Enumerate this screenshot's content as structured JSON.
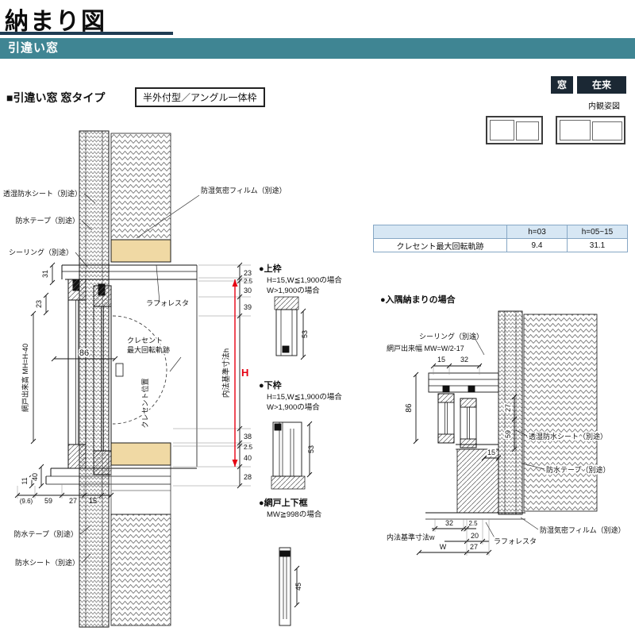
{
  "header": {
    "title": "納まり図",
    "banner": "引違い窓",
    "section_title": "■引違い窓 窓タイプ",
    "type_label": "半外付型／アングル一体枠",
    "badge_window": "窓",
    "badge_zairai": "在来",
    "view_label": "内観姿図"
  },
  "colors": {
    "banner_teal": "#3f8593",
    "badge_dark": "#1b2834",
    "wood_tan": "#f0d9a4",
    "dim_red": "#e60012",
    "table_header_bg": "#d7e7f4"
  },
  "table": {
    "row_header": "クレセント最大回転軌跡",
    "col1": "h=03",
    "col2": "h=05~15",
    "val1": "9.4",
    "val2": "31.1"
  },
  "main": {
    "label_toshitsu": "透湿防水シート（別途）",
    "label_tape_top": "防水テープ（別途）",
    "label_sealing": "シーリング（別途）",
    "label_film": "防湿気密フィルム（別途）",
    "label_laforesta": "ラフォレスタ",
    "label_crescent1": "クレセント",
    "label_crescent2": "最大回転軌跡",
    "label_crescent_pos": "クレセント位置",
    "label_amido": "網戸出来高 MH=H-40",
    "label_naihou": "内法基準寸法h",
    "label_H": "H",
    "label_tape_btm": "防水テープ（別途）",
    "label_sheet_btm": "防水シート（別途）",
    "dim_31": "31",
    "dim_23_left": "23",
    "dim_86": "86",
    "dim_23_top": "23",
    "dim_25_top": "2.5",
    "dim_30": "30",
    "dim_39": "39",
    "dim_38": "38",
    "dim_25_btm": "2.5",
    "dim_40_btm": "40",
    "dim_28": "28",
    "dim_40_left": "40",
    "dim_11": "11",
    "dim_96": "(9.6)",
    "dim_59": "59",
    "dim_27": "27",
    "dim_15": "15"
  },
  "detail_top": {
    "title": "●上枠",
    "cond1": "H=15,W≦1,900の場合",
    "cond2": "W>1,900の場合",
    "dim_53": "53"
  },
  "detail_bottom": {
    "title": "●下枠",
    "cond1": "H=15,W≦1,900の場合",
    "cond2": "W>1,900の場合",
    "dim_53": "53"
  },
  "detail_amido": {
    "title": "●網戸上下框",
    "cond1": "MW≧998の場合",
    "dim_45": "45"
  },
  "corner": {
    "title": "●入隅納まりの場合",
    "label_sealing": "シーリング（別途）",
    "label_amido_w": "網戸出来幅 MW=W/2-17",
    "label_toshitsu": "透湿防水シート（別途）",
    "label_tape": "防水テープ（別途）",
    "label_film": "防湿気密フィルム（別途）",
    "label_laforesta": "ラフォレスタ",
    "label_naihou_w": "内法基準寸法w",
    "label_W": "W",
    "dim_15_top": "15",
    "dim_32_top": "32",
    "dim_27_r": "27",
    "dim_59_r": "59",
    "dim_86": "86",
    "dim_15_mid": "15",
    "dim_32_b": "32",
    "dim_25_b": "2.5",
    "dim_20": "20",
    "dim_27_b": "27"
  }
}
